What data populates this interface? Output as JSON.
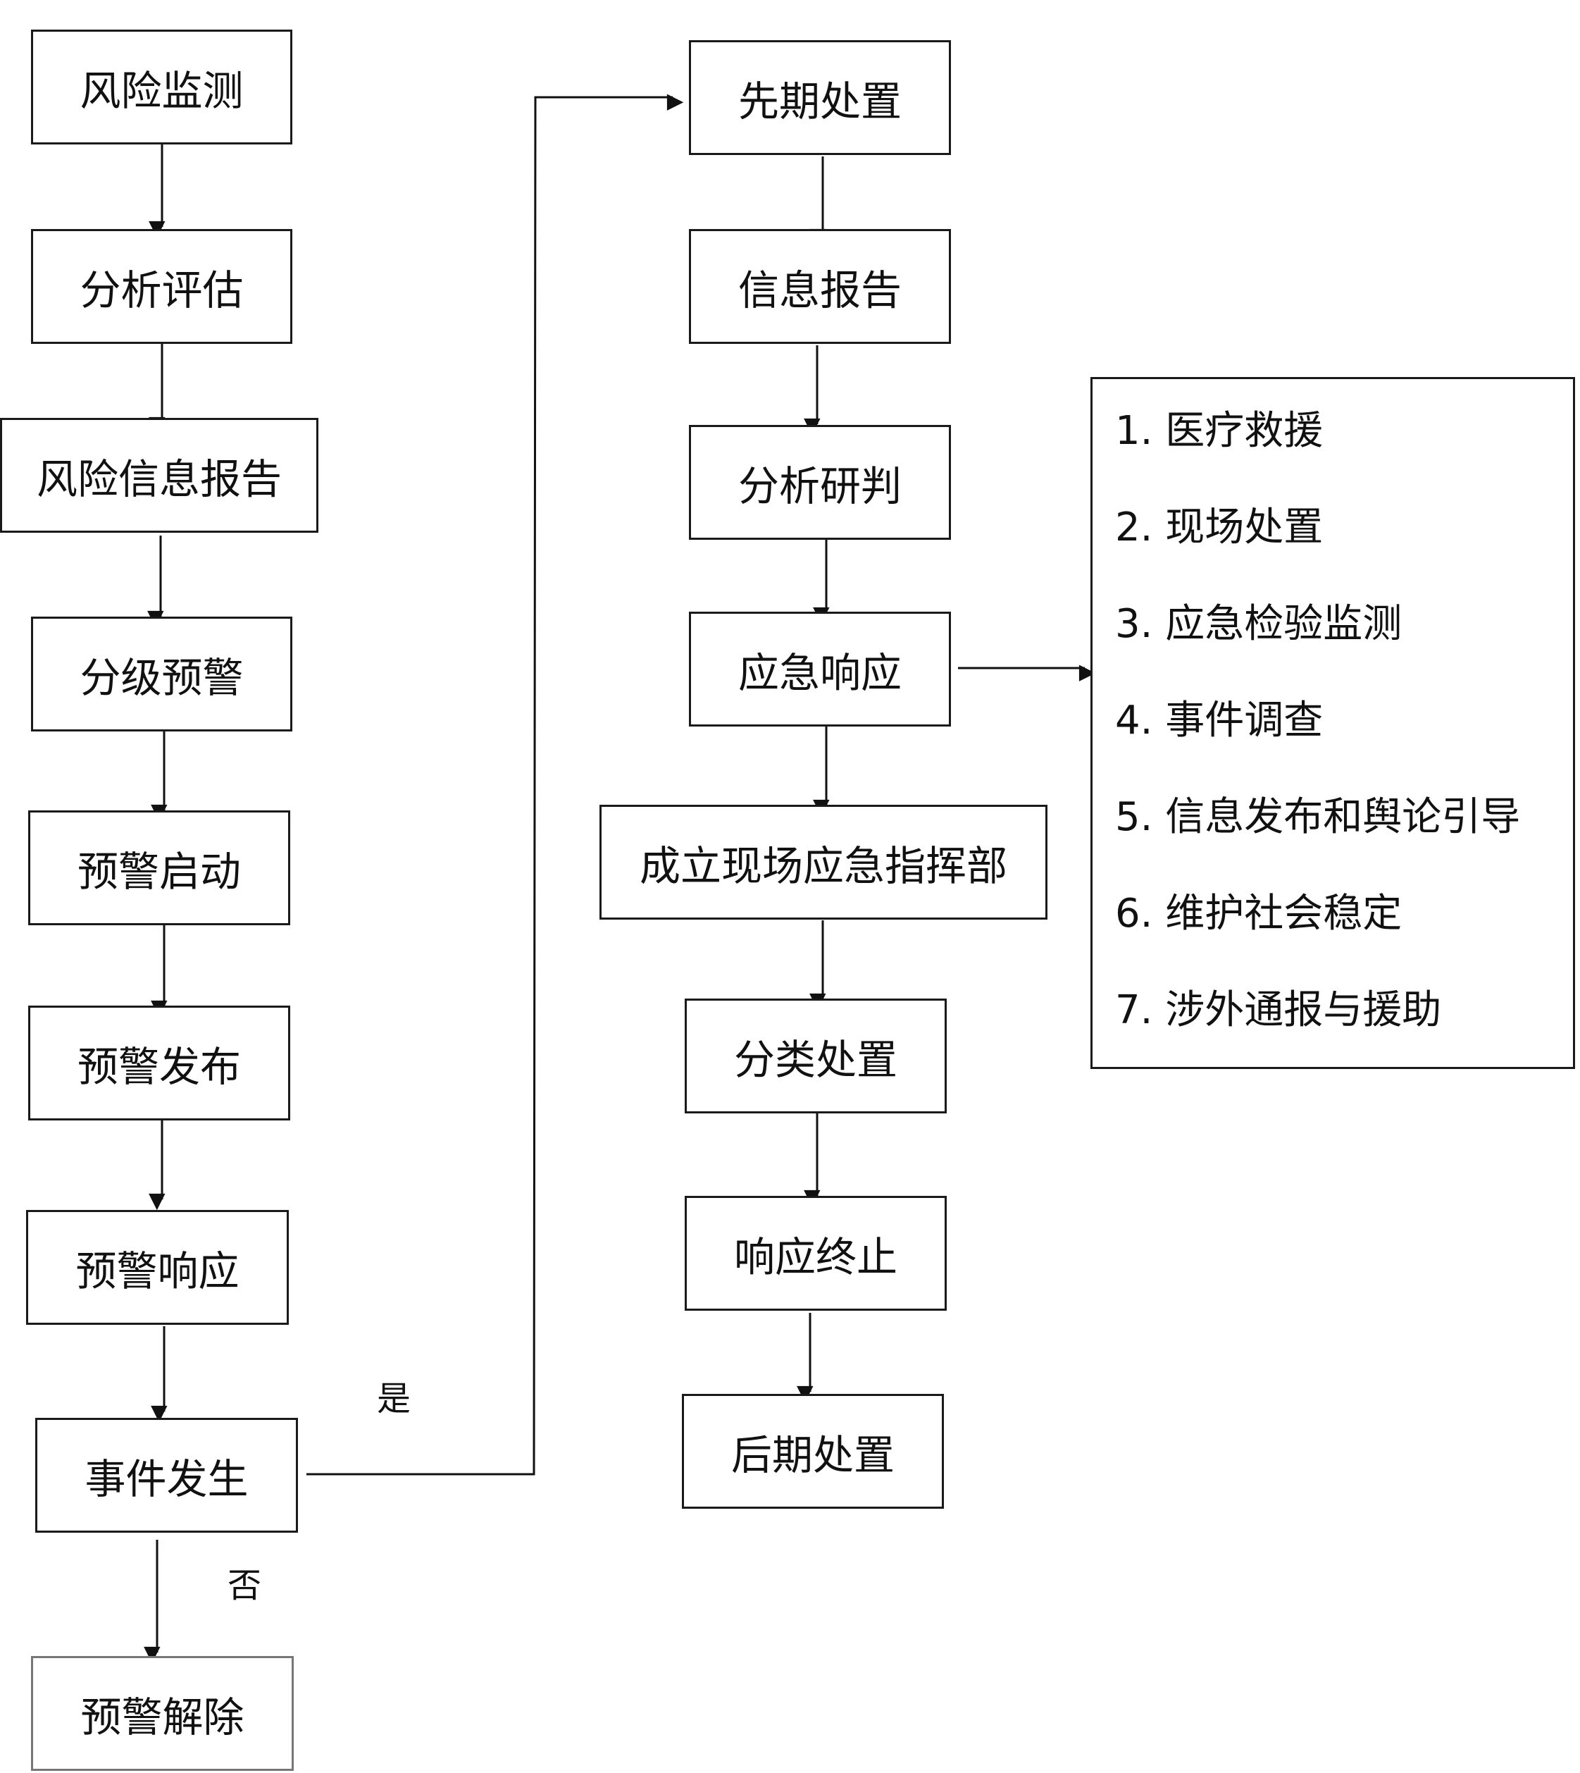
{
  "left_column": [
    "风险监测",
    "分析评估",
    "风险信息报告",
    "分级预警",
    "预警启动",
    "预警发布",
    "预警响应",
    "事件发生",
    "预警解除"
  ],
  "right_column": [
    "先期处置",
    "信息报告",
    "分析研判",
    "应急响应",
    "成立现场应急指挥部",
    "分类处置",
    "响应终止",
    "后期处置"
  ],
  "branch_labels": {
    "yes": "是",
    "no": "否"
  },
  "response_actions": [
    "1. 医疗救援",
    "2. 现场处置",
    "3. 应急检验监测",
    "4. 事件调查",
    "5. 信息发布和舆论引导",
    "6. 维护社会稳定",
    "7. 涉外通报与援助"
  ]
}
